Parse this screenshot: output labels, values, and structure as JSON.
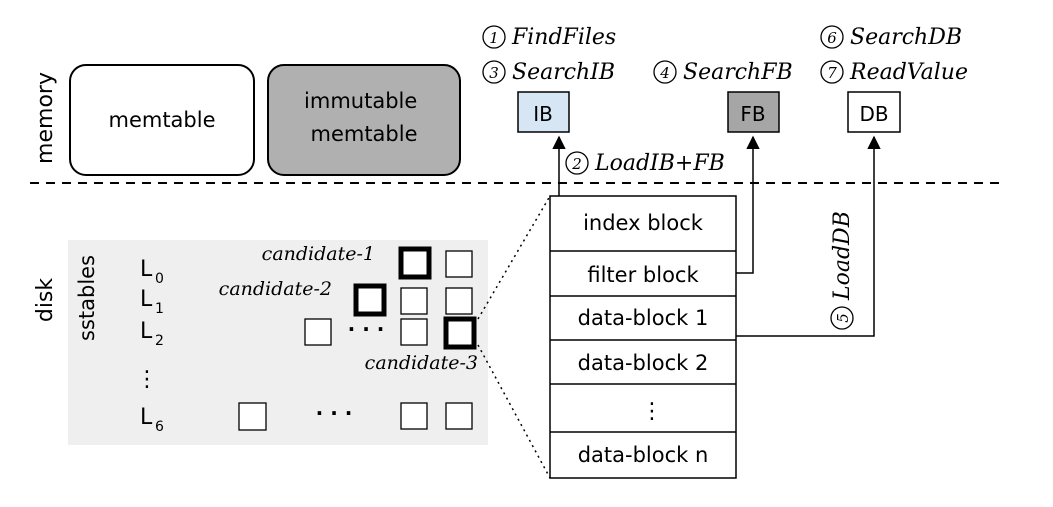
{
  "labels": {
    "memory": "memory",
    "disk": "disk",
    "sstables": "sstables"
  },
  "memtable": "memtable",
  "immutable_memtable": [
    "immutable",
    "memtable"
  ],
  "levels": [
    {
      "base": "L",
      "sub": "0"
    },
    {
      "base": "L",
      "sub": "1"
    },
    {
      "base": "L",
      "sub": "2"
    },
    {
      "base": "L",
      "sub": "6"
    }
  ],
  "candidates": [
    "candidate-1",
    "candidate-2",
    "candidate-3"
  ],
  "blocks": {
    "ib": "IB",
    "fb": "FB",
    "db": "DB"
  },
  "steps": [
    {
      "num": "1",
      "label": "FindFiles"
    },
    {
      "num": "3",
      "label": "SearchIB"
    },
    {
      "num": "4",
      "label": "SearchFB"
    },
    {
      "num": "6",
      "label": "SearchDB"
    },
    {
      "num": "7",
      "label": "ReadValue"
    },
    {
      "num": "2",
      "label": "LoadIB+FB"
    },
    {
      "num": "5",
      "label": "LoadDB"
    }
  ],
  "sstable_rows": [
    "index block",
    "filter block",
    "data-block 1",
    "data-block 2",
    "⋮",
    "data-block n"
  ],
  "dots": {
    "horizontal": "· · ·",
    "vertical": "⋮"
  },
  "colors": {
    "ib_fill": "#d6e6f5",
    "fb_fill": "#a6a6a6",
    "immutable_fill": "#b0b0b0",
    "sstable_bg": "#efefef"
  }
}
